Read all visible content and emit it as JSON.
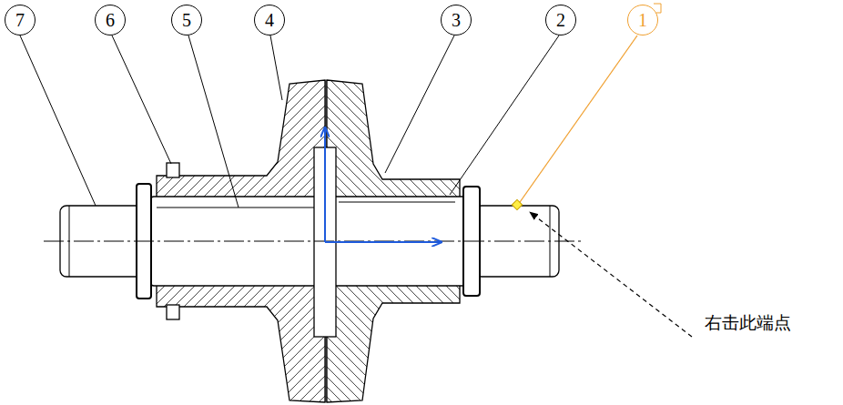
{
  "diagram": {
    "nodes": [
      {
        "text": [
          "7"
        ]
      },
      {
        "text": [
          "6"
        ]
      },
      {
        "text": [
          "5"
        ]
      },
      {
        "text": [
          "4"
        ]
      },
      {
        "text": [
          "3"
        ]
      },
      {
        "text": [
          "2"
        ]
      },
      {
        "text": [
          "1"
        ]
      }
    ],
    "labels": [
      "右击此端点"
    ]
  }
}
